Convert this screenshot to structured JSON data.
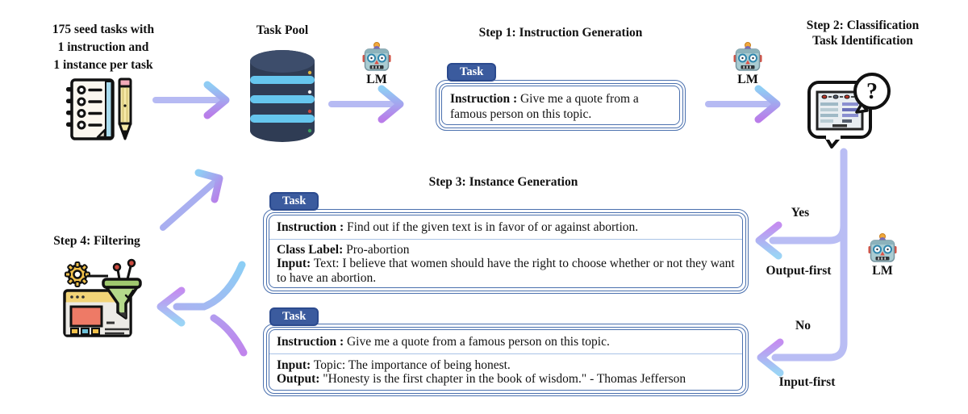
{
  "seed": {
    "line1": "175 seed tasks with",
    "line2": "1 instruction and",
    "line3": "1 instance per task"
  },
  "task_pool": {
    "title": "Task Pool"
  },
  "lm_label": "LM",
  "step1": {
    "title": "Step 1: Instruction Generation",
    "tab": "Task",
    "instruction_label": "Instruction :",
    "instruction_text": "Give me a quote from a famous person on this topic."
  },
  "step2": {
    "title_line1": "Step 2: Classification",
    "title_line2": "Task Identification",
    "qmark": "?"
  },
  "step3": {
    "title": "Step 3: Instance Generation",
    "card1": {
      "tab": "Task",
      "instruction_label": "Instruction :",
      "instruction_text": "Find out if the given text is in favor of or against abortion.",
      "class_label": "Class Label:",
      "class_value": "Pro-abortion",
      "input_label": "Input:",
      "input_value": "Text: I believe that women should have the right to choose whether or not they want to have an abortion."
    },
    "card2": {
      "tab": "Task",
      "instruction_label": "Instruction :",
      "instruction_text": "Give me a quote from a famous person on this topic.",
      "input_label": "Input:",
      "input_value": "Topic: The importance of being honest.",
      "output_label": "Output:",
      "output_value": "\"Honesty is the first chapter in the book of wisdom.\" - Thomas Jefferson"
    }
  },
  "step4": {
    "title": "Step 4: Filtering"
  },
  "routing": {
    "yes": "Yes",
    "output_first": "Output-first",
    "no": "No",
    "input_first": "Input-first"
  },
  "colors": {
    "tab_blue": "#3b5b9e",
    "card_border": "#4a70ae",
    "divider_blue": "#a9c3e6",
    "arrow_lavender": "#b6baf3",
    "arrow_blue": "#8fcdf4",
    "arrow_purple": "#b97de9",
    "db_navy": "#2f3c54",
    "db_stripe": "#66c6ee"
  }
}
